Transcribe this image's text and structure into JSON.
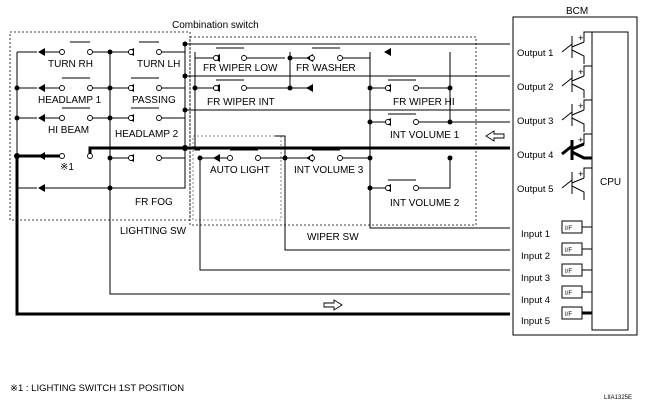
{
  "titles": {
    "combination_switch": "Combination switch",
    "bcm": "BCM",
    "cpu": "CPU",
    "lighting_sw": "LIGHTING SW",
    "wiper_sw": "WIPER SW"
  },
  "switches": {
    "turn_rh": "TURN RH",
    "turn_lh": "TURN LH",
    "headlamp_1": "HEADLAMP 1",
    "passing": "PASSING",
    "hi_beam": "HI BEAM",
    "headlamp_2": "HEADLAMP 2",
    "first_pos_mark": "※1",
    "fr_fog": "FR FOG",
    "fr_wiper_low": "FR WIPER LOW",
    "fr_washer": "FR WASHER",
    "fr_wiper_int": "FR WIPER INT",
    "fr_wiper_hi": "FR WIPER HI",
    "int_volume_1": "INT VOLUME 1",
    "auto_light": "AUTO LIGHT",
    "int_volume_3": "INT VOLUME 3",
    "int_volume_2": "INT VOLUME 2"
  },
  "outputs": [
    "Output 1",
    "Output 2",
    "Output 3",
    "Output 4",
    "Output 5"
  ],
  "inputs": [
    "Input 1",
    "Input 2",
    "Input 3",
    "Input 4",
    "Input 5"
  ],
  "interface_label": "I/F",
  "footnote": "※1 : LIGHTING SWITCH 1ST POSITION",
  "figure_code": "LIIA1325E"
}
